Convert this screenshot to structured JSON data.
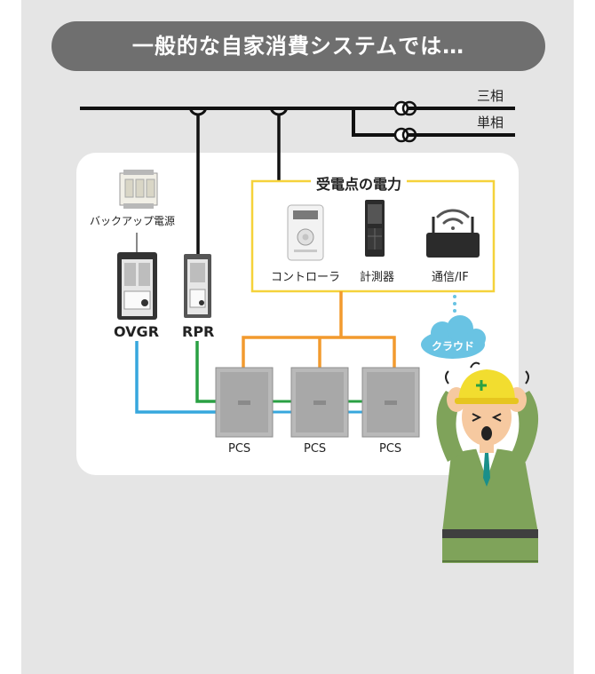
{
  "header": {
    "title": "一般的な自家消費システムでは…"
  },
  "grid": {
    "three_phase": "三相",
    "single_phase": "単相"
  },
  "devices": {
    "backup_power": "バックアップ電源",
    "ovgr": "OVGR",
    "rpr": "RPR",
    "pcs_labels": [
      "PCS",
      "PCS",
      "PCS"
    ]
  },
  "receiving_point": {
    "title": "受電点の電力",
    "controller": "コントローラ",
    "meter": "計測器",
    "comm": "通信/IF"
  },
  "cloud": {
    "label": "クラウド"
  },
  "colors": {
    "banner": "#6f6f6f",
    "orange_line": "#f29a2e",
    "blue_line": "#37a7dd",
    "green_line": "#2aa043",
    "yellow_frame": "#f5d23b",
    "cloud": "#69c3e3"
  }
}
